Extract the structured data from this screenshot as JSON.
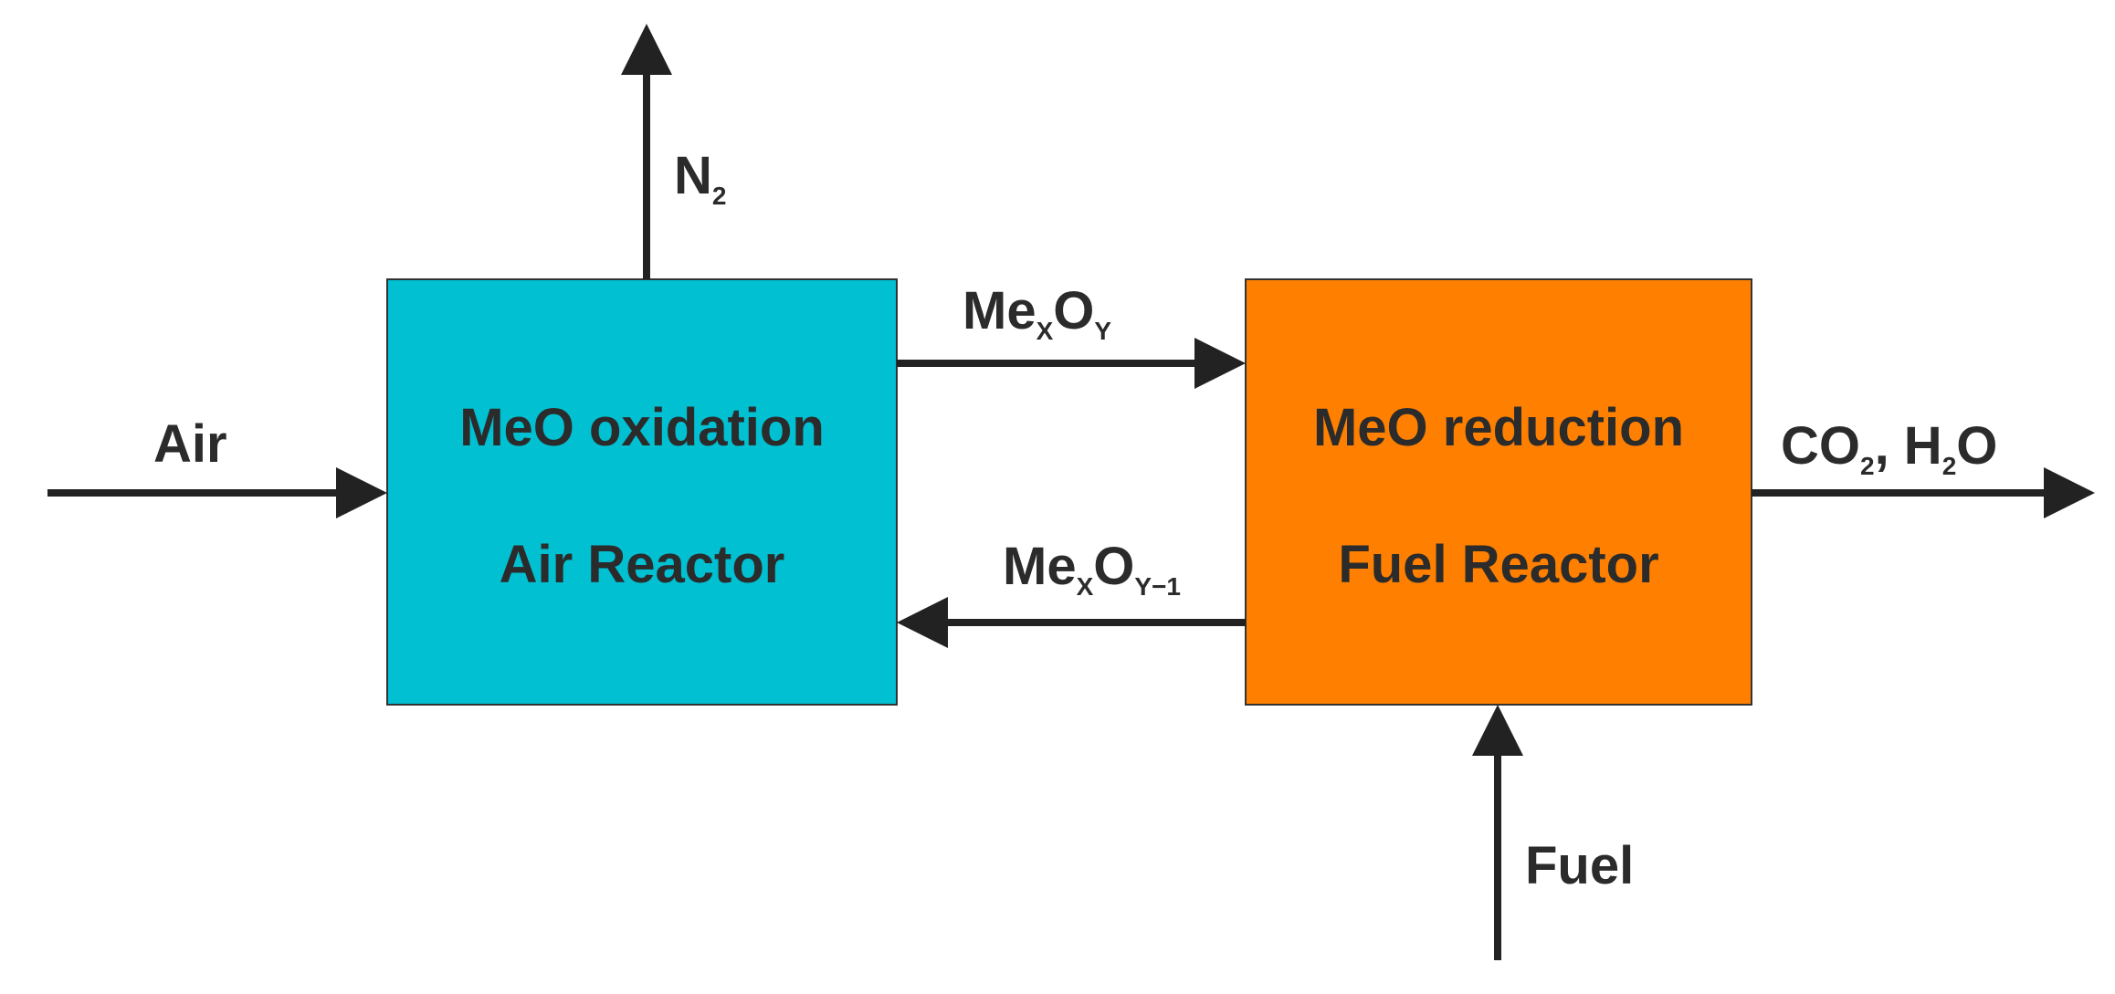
{
  "diagram": {
    "air_reactor": {
      "line1": "MeO oxidation",
      "line2": "Air Reactor",
      "color": "#00C0D1"
    },
    "fuel_reactor": {
      "line1": "MeO reduction",
      "line2": "Fuel Reactor",
      "color": "#FF8000"
    },
    "flows": {
      "air": "Air",
      "n2": {
        "base": "N",
        "sub": "2"
      },
      "oxidized_carrier": {
        "me": "Me",
        "x": "X",
        "o": "O",
        "y": "Y"
      },
      "reduced_carrier": {
        "me": "Me",
        "x": "X",
        "o": "O",
        "y": "Y−1"
      },
      "products": {
        "co": "CO",
        "co_sub": "2",
        "sep": ", H",
        "h_sub": "2",
        "o": "O"
      },
      "fuel": "Fuel"
    },
    "arrow_color": "#222222"
  }
}
